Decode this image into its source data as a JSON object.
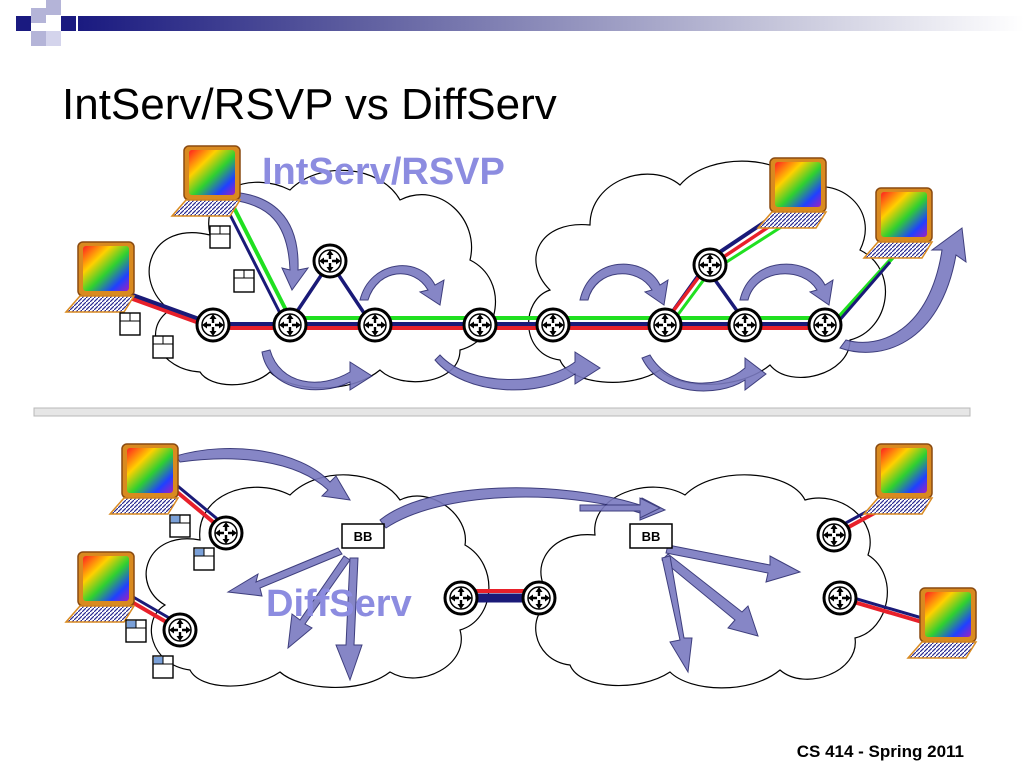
{
  "slide": {
    "title": "IntServ/RSVP vs DiffServ",
    "footer": "CS 414 - Spring 2011"
  },
  "intserv": {
    "label": "IntServ/RSVP"
  },
  "diffserv": {
    "label": "DiffServ",
    "bandwidth_broker_left": "BB",
    "bandwidth_broker_right": "BB"
  },
  "colors": {
    "accent_navy": "#1a1a80",
    "label_lavender": "#8c8ce0",
    "arrow_fill": "#7a7ac0",
    "flow_red": "#e8202a",
    "flow_green": "#20e020",
    "flow_blue": "#1a1a78"
  }
}
